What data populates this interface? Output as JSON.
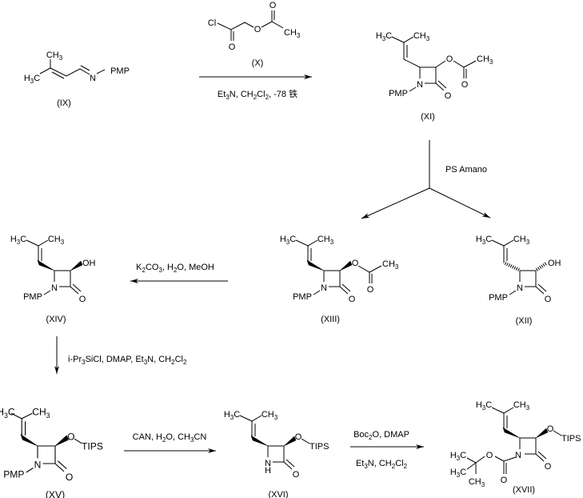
{
  "atoms": {
    "h3c": "H3C",
    "ch3": "CH3",
    "n": "N",
    "o": "O",
    "oh": "OH",
    "h": "H",
    "cl": "Cl",
    "pmp": "PMP",
    "tips": "TIPS"
  },
  "compounds": {
    "ix": "(IX)",
    "x": "(X)",
    "xi": "(XI)",
    "xii": "(XII)",
    "xiii": "(XIII)",
    "xiv": "(XIV)",
    "xv": "(XV)",
    "xvi": "(XVI)",
    "xvii": "(XVII)"
  },
  "reagents": {
    "step1": "Et3N, CH2Cl2, -78 铁",
    "step2": "PS Amano",
    "step3": "K2CO3, H2O, MeOH",
    "step4": "i-Pr3SiCl, DMAP, Et3N, CH2Cl2",
    "step5": "CAN, H2O, CH3CN",
    "step6_top": "Boc2O, DMAP",
    "step6_bottom": "Et3N, CH2Cl2"
  }
}
